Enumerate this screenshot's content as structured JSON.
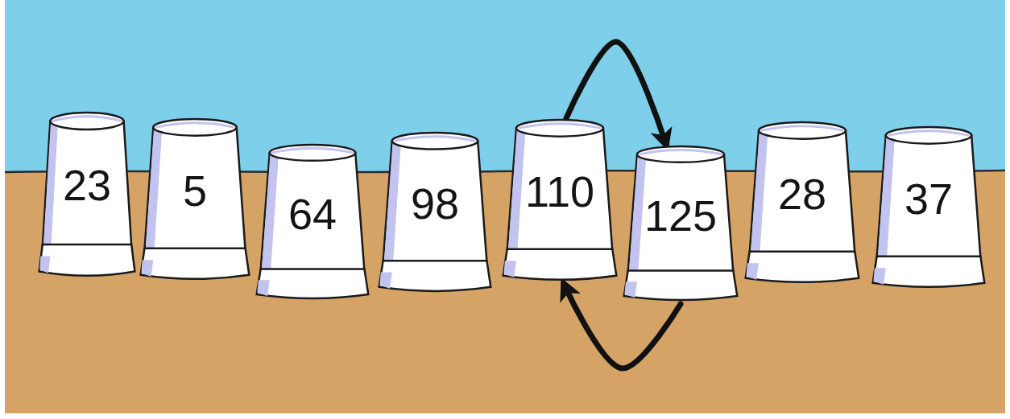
{
  "diagram": {
    "nodes": [
      {
        "text": [
          "23"
        ]
      },
      {
        "text": [
          "5"
        ]
      },
      {
        "text": [
          "64"
        ]
      },
      {
        "text": [
          "98"
        ]
      },
      {
        "text": [
          "110"
        ]
      },
      {
        "text": [
          "125"
        ]
      },
      {
        "text": [
          "28"
        ]
      },
      {
        "text": [
          "37"
        ]
      }
    ],
    "edges": [
      {
        "from": 4,
        "to": 5,
        "arrow": "to"
      },
      {
        "from": 5,
        "to": 4,
        "arrow": "to"
      }
    ]
  }
}
